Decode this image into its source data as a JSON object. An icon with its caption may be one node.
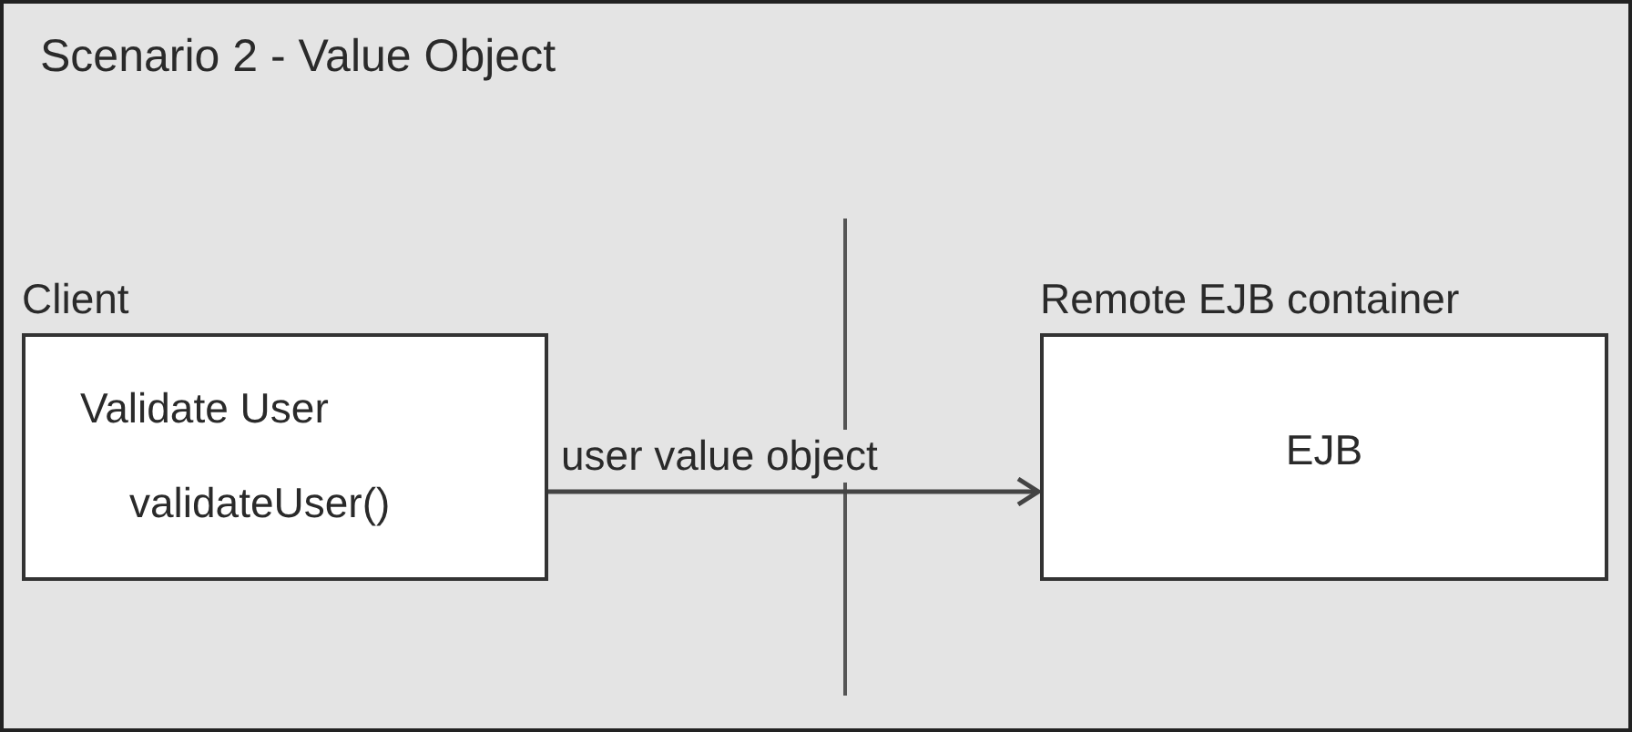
{
  "diagram": {
    "title": "Scenario 2 - Value Object",
    "nodes": [
      {
        "text": [
          "Client",
          "Validate User",
          "validateUser()"
        ]
      },
      {
        "text": [
          "Remote EJB container",
          "EJB"
        ]
      }
    ],
    "edges": [
      {
        "from": 0,
        "to": 1,
        "arrow": "to",
        "label": "user value object"
      }
    ]
  }
}
